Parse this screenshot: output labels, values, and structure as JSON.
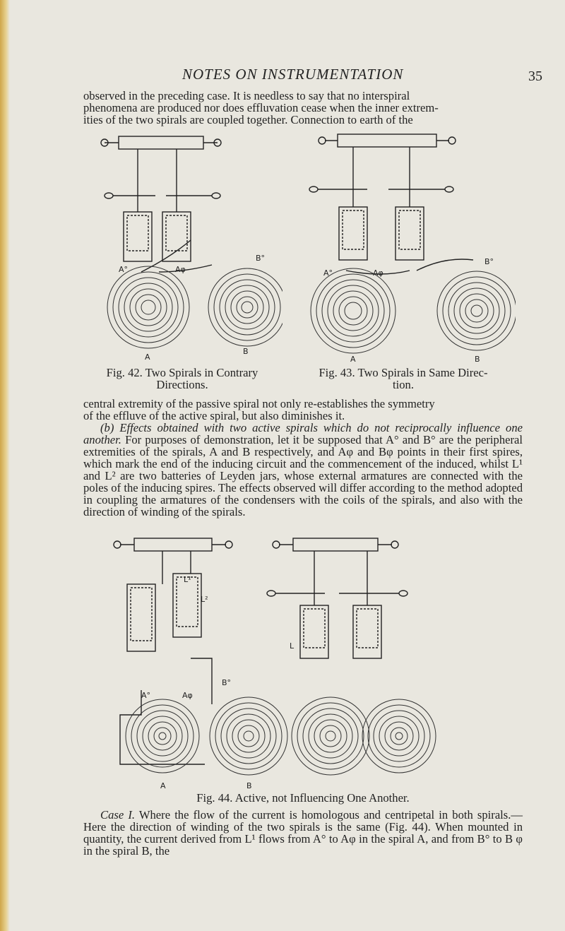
{
  "header": {
    "running_title": "NOTES ON INSTRUMENTATION",
    "page_number": "35"
  },
  "paragraph_1": {
    "lines": [
      "observed in the preceding case. It is needless to say that no interspiral",
      "phenomena are produced nor does effluvation cease when the inner extrem-",
      "ities of the two spirals are coupled together. Connection to earth of the"
    ]
  },
  "figure_42": {
    "caption_1": "Fig. 42. Two Spirals in Contrary",
    "caption_2": "Directions.",
    "labels": {
      "a_top": "A°",
      "a_phi": "Aφ",
      "b_top": "B°",
      "a_bottom": "A",
      "b_bottom": "B"
    }
  },
  "figure_43": {
    "caption_1": "Fig. 43. Two Spirals in Same Direc-",
    "caption_2": "tion.",
    "labels": {
      "a_top": "A°",
      "a_phi": "Aφ",
      "b_top": "B°",
      "a_bottom": "A",
      "b_bottom": "B"
    }
  },
  "paragraph_2": {
    "lines": [
      "central extremity of the passive spiral not only re-establishes the symmetry",
      "of the effluve of the active spiral, but also diminishes it."
    ],
    "subheading": "(b) Effects obtained with two active spirals which do not reciprocally influence one another.",
    "body": "For purposes of demonstration, let it be supposed that A° and B° are the peripheral extremities of the spirals, A and B respectively, and Aφ and Bφ points in their first spires, which mark the end of the inducing circuit and the commencement of the induced, whilst L¹ and L² are two batteries of Leyden jars, whose external armatures are connected with the poles of the inducing spires. The effects observed will differ according to the method adopted in coupling the armatures of the condensers with the coils of the spirals, and also with the direction of winding of the spirals."
  },
  "figure_44": {
    "caption": "Fig. 44. Active, not Influencing One Another.",
    "labels": {
      "l1": "L¹",
      "l2": "L²",
      "a_top": "A°",
      "a_phi": "Aφ",
      "b_top": "B°",
      "a_bottom": "A",
      "b_bottom": "B",
      "l": "L"
    }
  },
  "paragraph_3": {
    "case_label": "Case I.",
    "body": "Where the flow of the current is homologous and centripetal in both spirals.—Here the direction of winding of the two spirals is the same (Fig. 44). When mounted in quantity, the current derived from L¹ flows from A° to Aφ in the spiral A, and from B° to B φ in the spiral B, the"
  }
}
